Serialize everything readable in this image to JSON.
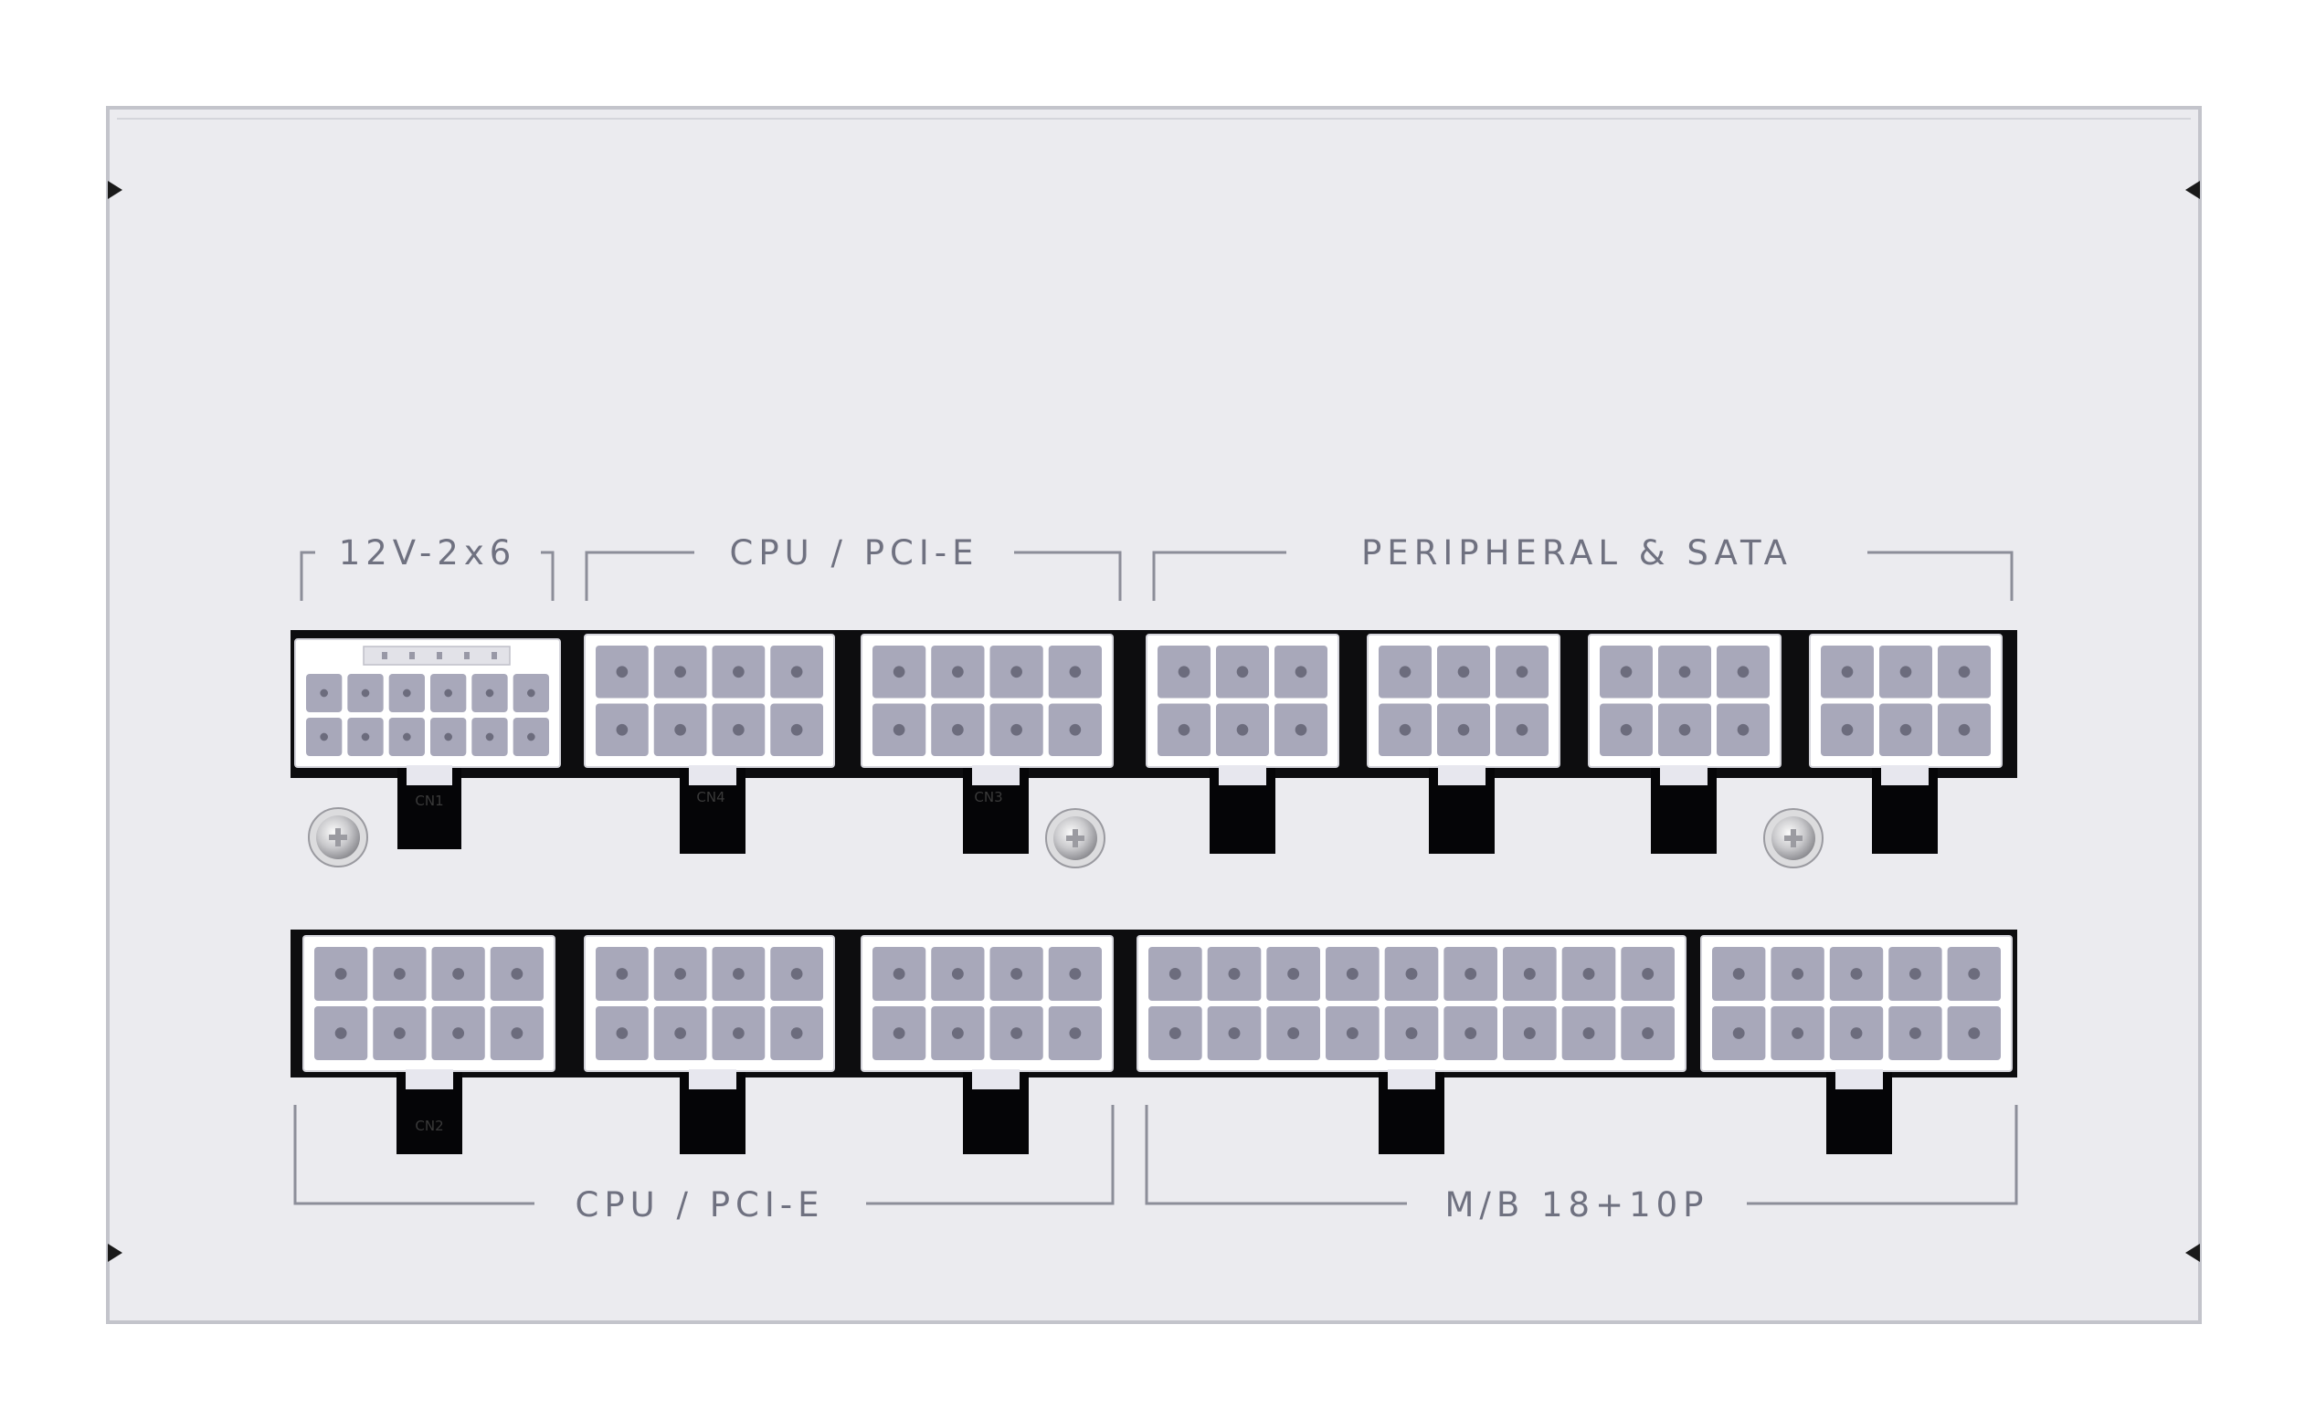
{
  "photo": {
    "subject": "modular-psu-connector-panel",
    "colors": {
      "panel": "#ebebef",
      "outline": "#c3c4cb",
      "bay": "#0d0d0f",
      "socket_body": "#ffffff",
      "pin_cell": "#a8a8ba",
      "label_text": "#6f7180"
    }
  },
  "labels": {
    "top_left": "12V-2x6",
    "top_middle": "CPU / PCI-E",
    "top_right": "PERIPHERAL & SATA",
    "bottom_left": "CPU / PCI-E",
    "bottom_right": "M/B 18+10P"
  },
  "board_marks": {
    "cn1": "CN1",
    "cn2": "CN2",
    "cn3": "CN3",
    "cn4": "CN4"
  }
}
